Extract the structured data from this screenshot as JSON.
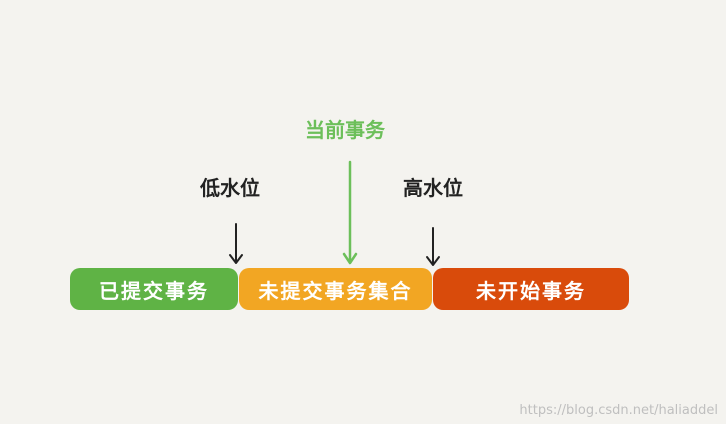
{
  "labels": {
    "current_transaction": "当前事务",
    "low_watermark": "低水位",
    "high_watermark": "高水位"
  },
  "segments": [
    {
      "label": "已提交事务",
      "color": "#5fb345"
    },
    {
      "label": "未提交事务集合",
      "color": "#f2a623"
    },
    {
      "label": "未开始事务",
      "color": "#d94b0b"
    }
  ],
  "colors": {
    "arrow_dark": "#222222",
    "arrow_green": "#6cbf5a"
  },
  "watermark": "https://blog.csdn.net/haliaddel"
}
